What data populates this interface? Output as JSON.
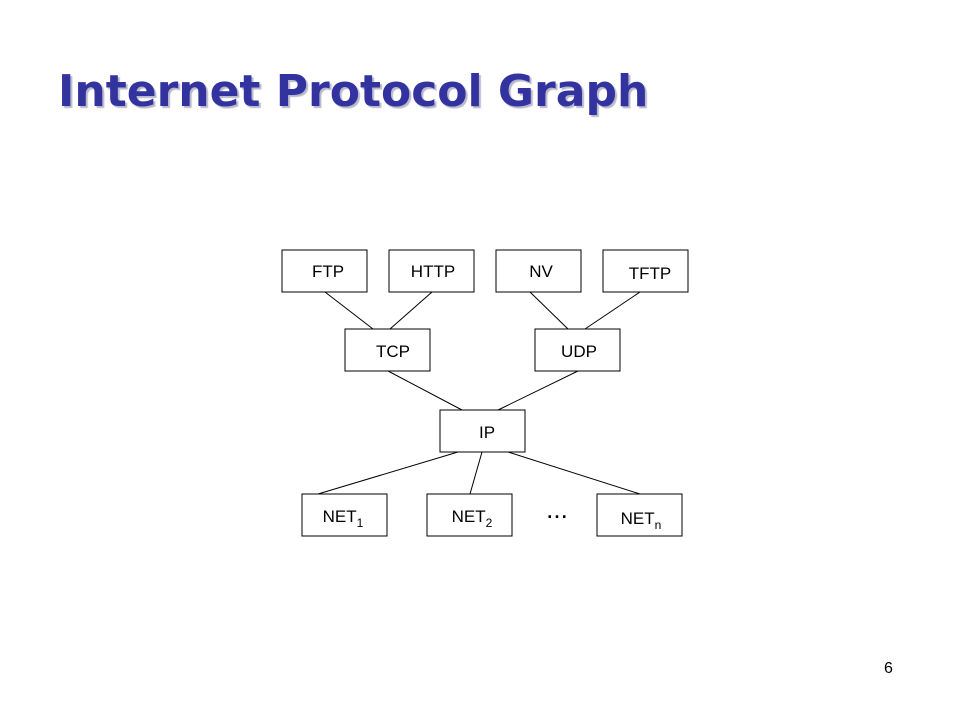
{
  "title": "Internet Protocol Graph",
  "page_number": "6",
  "ellipsis": "...",
  "nodes": {
    "ftp": {
      "label": "FTP"
    },
    "http": {
      "label": "HTTP"
    },
    "nv": {
      "label": "NV"
    },
    "tftp": {
      "label": "TFTP"
    },
    "tcp": {
      "label": "TCP"
    },
    "udp": {
      "label": "UDP"
    },
    "ip": {
      "label": "IP"
    },
    "net1": {
      "label": "NET",
      "sub": "1"
    },
    "net2": {
      "label": "NET",
      "sub": "2"
    },
    "netn": {
      "label": "NET",
      "sub": "n"
    }
  },
  "edges": [
    [
      "ftp",
      "tcp"
    ],
    [
      "http",
      "tcp"
    ],
    [
      "nv",
      "udp"
    ],
    [
      "tftp",
      "udp"
    ],
    [
      "tcp",
      "ip"
    ],
    [
      "udp",
      "ip"
    ],
    [
      "ip",
      "net1"
    ],
    [
      "ip",
      "net2"
    ],
    [
      "ip",
      "netn"
    ]
  ]
}
